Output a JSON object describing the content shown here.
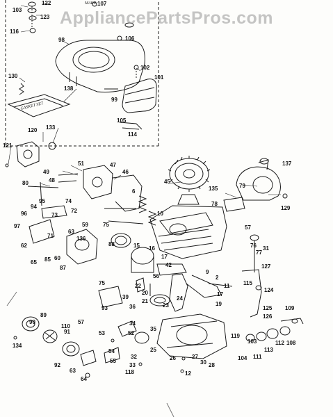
{
  "watermark": "AppliancePartsPros.com",
  "top_fragment": "MAKE",
  "gasket_set": "GASKET SET",
  "callouts": [
    {
      "id": "c122",
      "label": "122"
    },
    {
      "id": "c103",
      "label": "103"
    },
    {
      "id": "c107",
      "label": "107"
    },
    {
      "id": "c123",
      "label": "123"
    },
    {
      "id": "c116",
      "label": "116"
    },
    {
      "id": "c106",
      "label": "106"
    },
    {
      "id": "c98",
      "label": "98"
    },
    {
      "id": "c130",
      "label": "130"
    },
    {
      "id": "c102",
      "label": "102"
    },
    {
      "id": "c101",
      "label": "101"
    },
    {
      "id": "c99",
      "label": "99"
    },
    {
      "id": "c138",
      "label": "138"
    },
    {
      "id": "c105",
      "label": "105"
    },
    {
      "id": "c114",
      "label": "114"
    },
    {
      "id": "c120",
      "label": "120"
    },
    {
      "id": "c133",
      "label": "133"
    },
    {
      "id": "c121",
      "label": "121"
    },
    {
      "id": "c51",
      "label": "51"
    },
    {
      "id": "c47",
      "label": "47"
    },
    {
      "id": "c49",
      "label": "49"
    },
    {
      "id": "c48",
      "label": "48"
    },
    {
      "id": "c46",
      "label": "46"
    },
    {
      "id": "c80",
      "label": "80"
    },
    {
      "id": "c45",
      "label": "45"
    },
    {
      "id": "c137",
      "label": "137"
    },
    {
      "id": "c135",
      "label": "135"
    },
    {
      "id": "c79",
      "label": "79"
    },
    {
      "id": "c95",
      "label": "95"
    },
    {
      "id": "c74",
      "label": "74"
    },
    {
      "id": "c6",
      "label": "6"
    },
    {
      "id": "c72",
      "label": "72"
    },
    {
      "id": "c94",
      "label": "94"
    },
    {
      "id": "c96",
      "label": "96"
    },
    {
      "id": "c73",
      "label": "73"
    },
    {
      "id": "c78",
      "label": "78"
    },
    {
      "id": "c129",
      "label": "129"
    },
    {
      "id": "c10",
      "label": "10"
    },
    {
      "id": "c97",
      "label": "97"
    },
    {
      "id": "c59",
      "label": "59"
    },
    {
      "id": "c75a",
      "label": "75"
    },
    {
      "id": "c57a",
      "label": "57"
    },
    {
      "id": "c62",
      "label": "62"
    },
    {
      "id": "c71",
      "label": "71"
    },
    {
      "id": "c63a",
      "label": "63"
    },
    {
      "id": "c136",
      "label": "136"
    },
    {
      "id": "c88",
      "label": "88"
    },
    {
      "id": "c15",
      "label": "15"
    },
    {
      "id": "c31",
      "label": "31"
    },
    {
      "id": "c16",
      "label": "16"
    },
    {
      "id": "c76",
      "label": "76"
    },
    {
      "id": "c77",
      "label": "77"
    },
    {
      "id": "c65",
      "label": "65"
    },
    {
      "id": "c85",
      "label": "85"
    },
    {
      "id": "c60",
      "label": "60"
    },
    {
      "id": "c17",
      "label": "17"
    },
    {
      "id": "c127",
      "label": "127"
    },
    {
      "id": "c87",
      "label": "87"
    },
    {
      "id": "c42",
      "label": "42"
    },
    {
      "id": "c9",
      "label": "9"
    },
    {
      "id": "c2",
      "label": "2"
    },
    {
      "id": "c56",
      "label": "56"
    },
    {
      "id": "c115",
      "label": "115"
    },
    {
      "id": "c22",
      "label": "22"
    },
    {
      "id": "c11",
      "label": "11"
    },
    {
      "id": "c75b",
      "label": "75"
    },
    {
      "id": "c20",
      "label": "20"
    },
    {
      "id": "c124",
      "label": "124"
    },
    {
      "id": "c39",
      "label": "39"
    },
    {
      "id": "c21",
      "label": "21"
    },
    {
      "id": "c17b",
      "label": "17"
    },
    {
      "id": "c24",
      "label": "24"
    },
    {
      "id": "c23",
      "label": "23"
    },
    {
      "id": "c36",
      "label": "36"
    },
    {
      "id": "c19",
      "label": "19"
    },
    {
      "id": "c93",
      "label": "93"
    },
    {
      "id": "c125",
      "label": "125"
    },
    {
      "id": "c109",
      "label": "109"
    },
    {
      "id": "c89",
      "label": "89"
    },
    {
      "id": "c126",
      "label": "126"
    },
    {
      "id": "c57b",
      "label": "57"
    },
    {
      "id": "c90",
      "label": "90"
    },
    {
      "id": "c110",
      "label": "110"
    },
    {
      "id": "c91",
      "label": "91"
    },
    {
      "id": "c53",
      "label": "53"
    },
    {
      "id": "c34",
      "label": "34"
    },
    {
      "id": "c52",
      "label": "52"
    },
    {
      "id": "c119",
      "label": "119"
    },
    {
      "id": "c103b",
      "label": "103"
    },
    {
      "id": "c134",
      "label": "134"
    },
    {
      "id": "c35",
      "label": "35"
    },
    {
      "id": "c108",
      "label": "108"
    },
    {
      "id": "c112",
      "label": "112"
    },
    {
      "id": "c113",
      "label": "113"
    },
    {
      "id": "c54",
      "label": "54"
    },
    {
      "id": "c25",
      "label": "25"
    },
    {
      "id": "c104",
      "label": "104"
    },
    {
      "id": "c111",
      "label": "111"
    },
    {
      "id": "c92",
      "label": "92"
    },
    {
      "id": "c55",
      "label": "55"
    },
    {
      "id": "c32",
      "label": "32"
    },
    {
      "id": "c33",
      "label": "33"
    },
    {
      "id": "c26",
      "label": "26"
    },
    {
      "id": "c30",
      "label": "30"
    },
    {
      "id": "c27",
      "label": "27"
    },
    {
      "id": "c28",
      "label": "28"
    },
    {
      "id": "c118",
      "label": "118"
    },
    {
      "id": "c63b",
      "label": "63"
    },
    {
      "id": "c64",
      "label": "64"
    },
    {
      "id": "c12",
      "label": "12"
    }
  ],
  "colors": {
    "ink": "#1a1a1a",
    "paper": "#fdfdfb",
    "watermark": "#969696"
  }
}
